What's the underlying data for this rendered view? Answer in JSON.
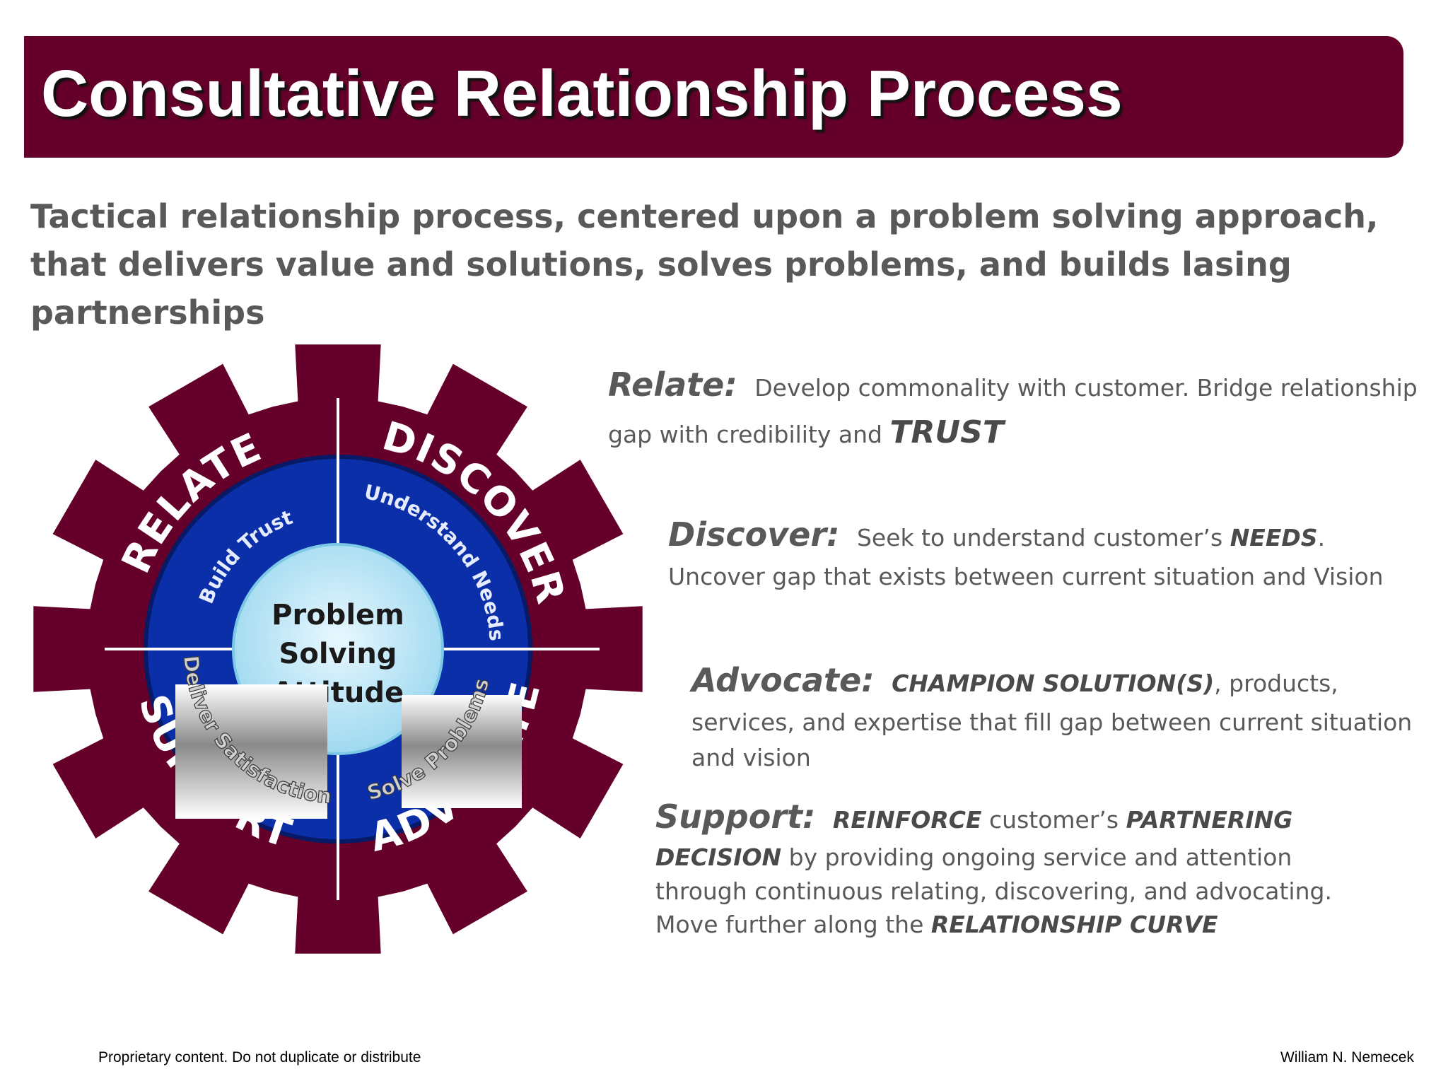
{
  "header": {
    "title": "Consultative Relationship Process"
  },
  "subtitle": "Tactical relationship process, centered upon a problem solving approach, that delivers value and solutions, solves problems, and builds lasing partnerships",
  "gear": {
    "quadrants": {
      "relate": "RELATE",
      "discover": "DISCOVER",
      "support": "SUPPORT",
      "advocate": "ADVOCATE"
    },
    "inner": {
      "build_trust": "Build Trust",
      "understand_needs": "Understand Needs",
      "deliver_satisfaction": "Deliver Satisfaction",
      "solve_problems": "Solve Problems"
    },
    "center": {
      "line1": "Problem",
      "line2": "Solving",
      "line3": "Attitude"
    },
    "colors": {
      "gear": "#640029",
      "ring": "#0b2fa8",
      "center": "#bfe8f7"
    }
  },
  "steps": {
    "relate": {
      "term": "Relate:",
      "text_a": "Develop commonality with customer. Bridge relationship gap with credibility and",
      "emph_a": "TRUST"
    },
    "discover": {
      "term": "Discover:",
      "text_a": "Seek to understand customer’s",
      "emph_a": "NEEDS",
      "text_b": ". Uncover gap that exists between current situation and Vision"
    },
    "advocate": {
      "term": "Advocate:",
      "emph_a": "CHAMPION SOLUTION(S)",
      "text_a": ", products, services, and expertise that fill gap between current situation and vision"
    },
    "support": {
      "term": "Support:",
      "emph_a": "REINFORCE",
      "text_a": "customer’s",
      "emph_b": "PARTNERING DECISION",
      "text_b": "by providing ongoing service and attention through continuous relating, discovering, and advocating. Move further along the",
      "emph_c": "RELATIONSHIP CURVE"
    }
  },
  "footer": {
    "left": "Proprietary content.  Do not duplicate or distribute",
    "right": "William N. Nemecek"
  }
}
